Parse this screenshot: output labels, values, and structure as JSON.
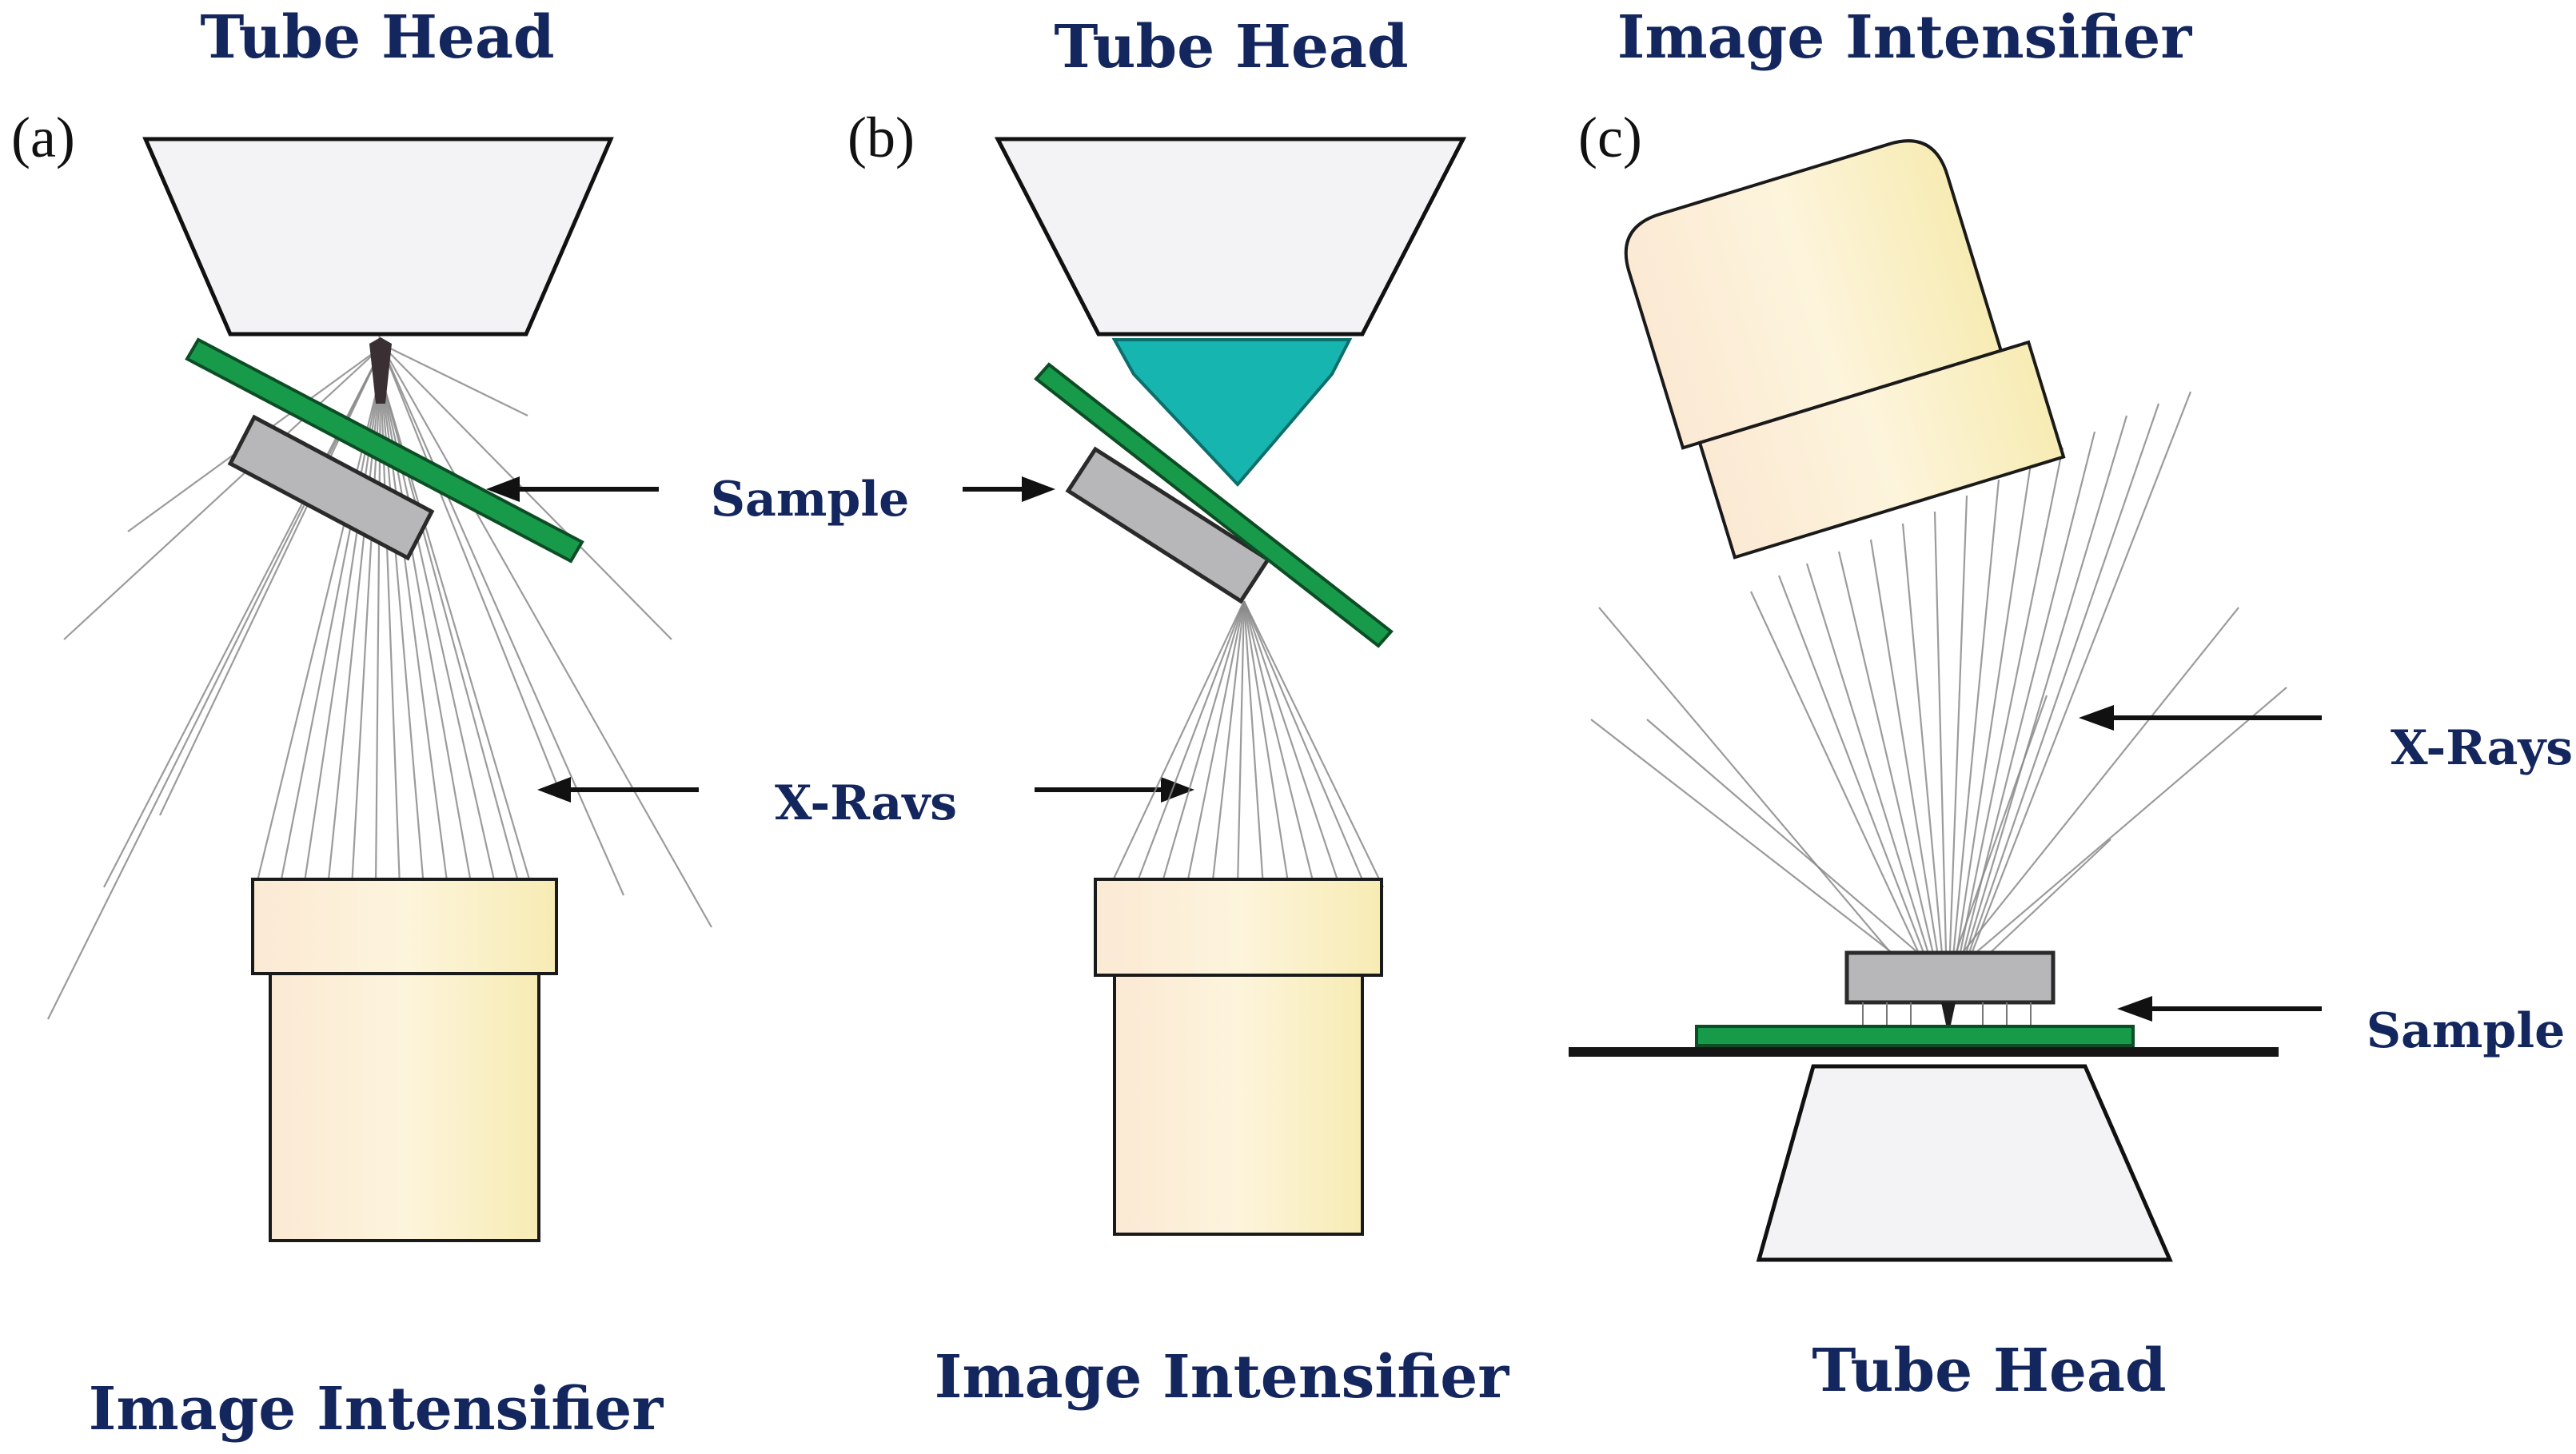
{
  "panels": {
    "a": {
      "letter": "(a)",
      "top_label": "Tube Head",
      "bottom_label": "Image Intensifier"
    },
    "b": {
      "letter": "(b)",
      "top_label": "Tube Head",
      "bottom_label": "Image Intensifier"
    },
    "c": {
      "letter": "(c)",
      "top_label": "Image Intensifier",
      "bottom_label": "Tube Head"
    }
  },
  "annotations": {
    "sample_ab": "Sample",
    "xrays_ab": "X-Ravs",
    "xrays_c": "X-Rays",
    "sample_c": "Sample"
  },
  "colors": {
    "label_text": "#14265e",
    "board_green": "#179a49",
    "focus_cone_teal": "#17b5b0",
    "intensifier_cream": "#fbefc9",
    "sample_gray": "#b7b7b9",
    "tube_head_fill": "#f3f3f5"
  }
}
